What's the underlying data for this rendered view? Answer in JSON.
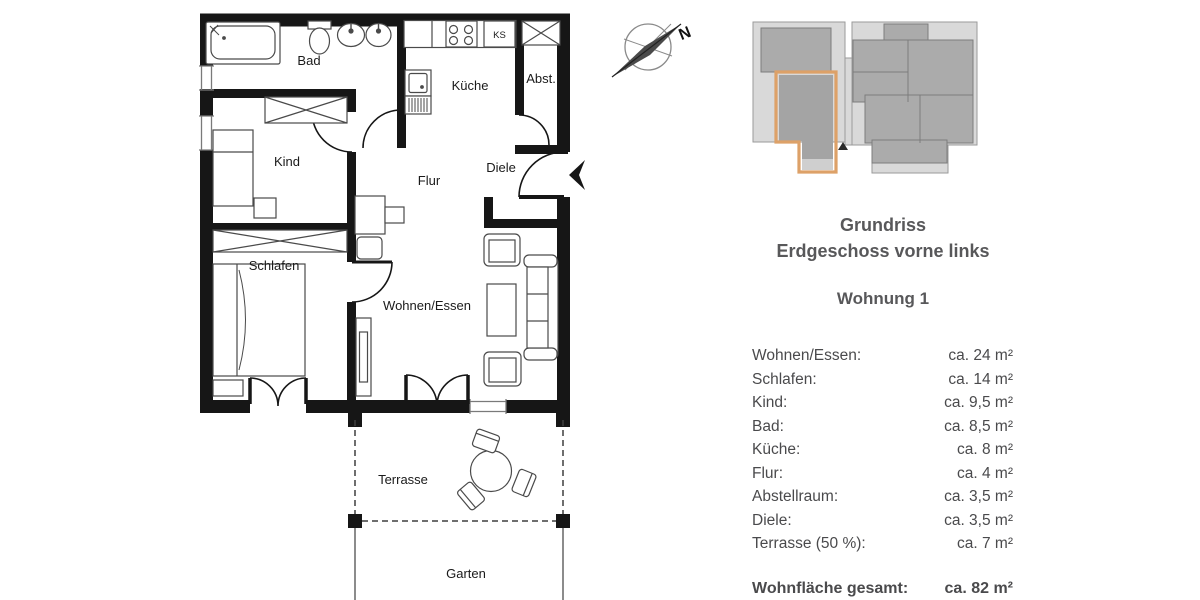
{
  "floor_plan": {
    "labels": {
      "bad": "Bad",
      "kueche": "Küche",
      "abst": "Abst.",
      "ks": "KS",
      "kind": "Kind",
      "flur": "Flur",
      "diele": "Diele",
      "schlafen": "Schlafen",
      "wohnen_essen": "Wohnen/Essen",
      "terrasse": "Terrasse",
      "garten": "Garten"
    },
    "compass": {
      "north_label": "N"
    }
  },
  "info_panel": {
    "title_line1": "Grundriss",
    "title_line2": "Erdgeschoss vorne links",
    "apartment": "Wohnung 1",
    "rooms": [
      {
        "label": "Wohnen/Essen:",
        "value": "ca. 24 m²"
      },
      {
        "label": "Schlafen:",
        "value": "ca. 14 m²"
      },
      {
        "label": "Kind:",
        "value": "ca. 9,5 m²"
      },
      {
        "label": "Bad:",
        "value": "ca. 8,5 m²"
      },
      {
        "label": "Küche:",
        "value": "ca. 8 m²"
      },
      {
        "label": "Flur:",
        "value": "ca. 4 m²"
      },
      {
        "label": "Abstellraum:",
        "value": "ca. 3,5 m²"
      },
      {
        "label": "Diele:",
        "value": "ca. 3,5 m²"
      },
      {
        "label": "Terrasse (50 %):",
        "value": "ca. 7 m²"
      }
    ],
    "total": {
      "label": "Wohnfläche gesamt:",
      "value": "ca. 82 m²"
    }
  },
  "colors": {
    "wall": "#161616",
    "accent_orange": "#dda168",
    "siteplan_light": "#d9d9d9",
    "siteplan_dark": "#ababab",
    "text": "#4a4a4c",
    "heading": "#58585a"
  }
}
